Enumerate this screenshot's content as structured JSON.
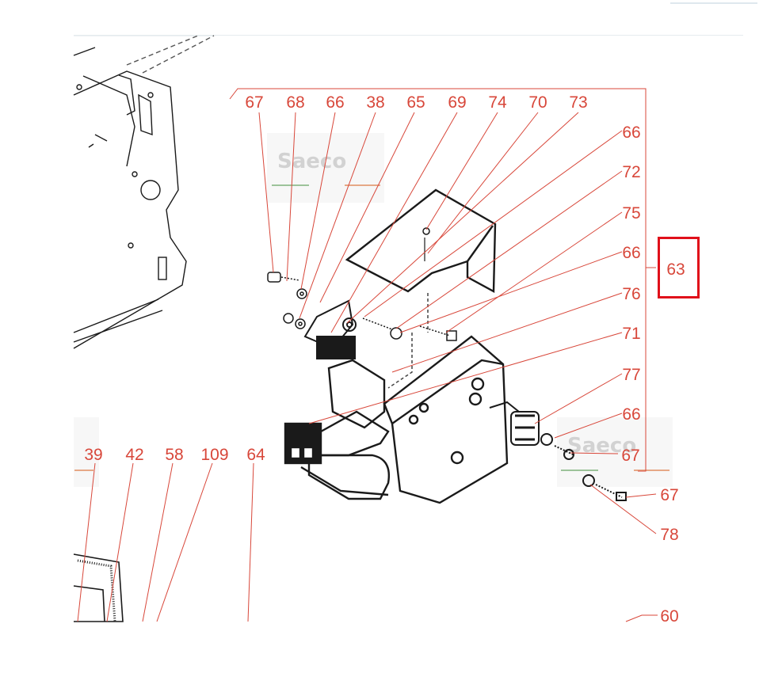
{
  "diagram": {
    "callouts_top": [
      "67",
      "68",
      "66",
      "38",
      "65",
      "69",
      "74",
      "70",
      "73"
    ],
    "callouts_right": [
      "66",
      "72",
      "75",
      "66",
      "76",
      "71",
      "77",
      "66",
      "67",
      "67",
      "78"
    ],
    "group_label": "63",
    "callouts_bottom_left": [
      "39",
      "42",
      "58",
      "109",
      "64"
    ],
    "callout_bottom_right": "60",
    "watermark": "Saeco",
    "highlighted_part": "63",
    "colors": {
      "callout": "#d8473a",
      "highlight": "#e0101a",
      "line_art": "#1a1a1a"
    }
  }
}
